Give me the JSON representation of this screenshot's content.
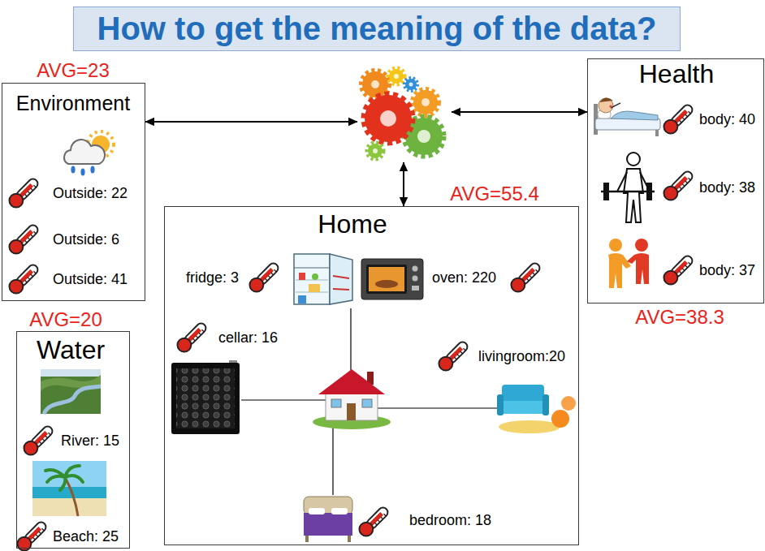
{
  "diagram": {
    "title": "How to get the meaning of the data?",
    "nodes": [
      {
        "text": [
          "AVG=23",
          "Environment",
          "Outside: 22",
          "Outside: 6",
          "Outside: 41"
        ]
      },
      {
        "text": []
      },
      {
        "text": [
          "Health",
          "body: 40",
          "body: 38",
          "body: 37",
          "AVG=38.3"
        ]
      },
      {
        "text": [
          "AVG=55.4",
          "Home",
          "fridge: 3",
          "oven: 220",
          "cellar: 16",
          "livingroom:20",
          "bedroom: 18"
        ]
      },
      {
        "text": [
          "AVG=20",
          "Water",
          "River: 15",
          "Beach: 25"
        ]
      }
    ],
    "edges": [
      {
        "from": 0,
        "to": 1,
        "arrow": "both"
      },
      {
        "from": 1,
        "to": 2,
        "arrow": "both"
      },
      {
        "from": 1,
        "to": 3,
        "arrow": "both"
      }
    ]
  }
}
